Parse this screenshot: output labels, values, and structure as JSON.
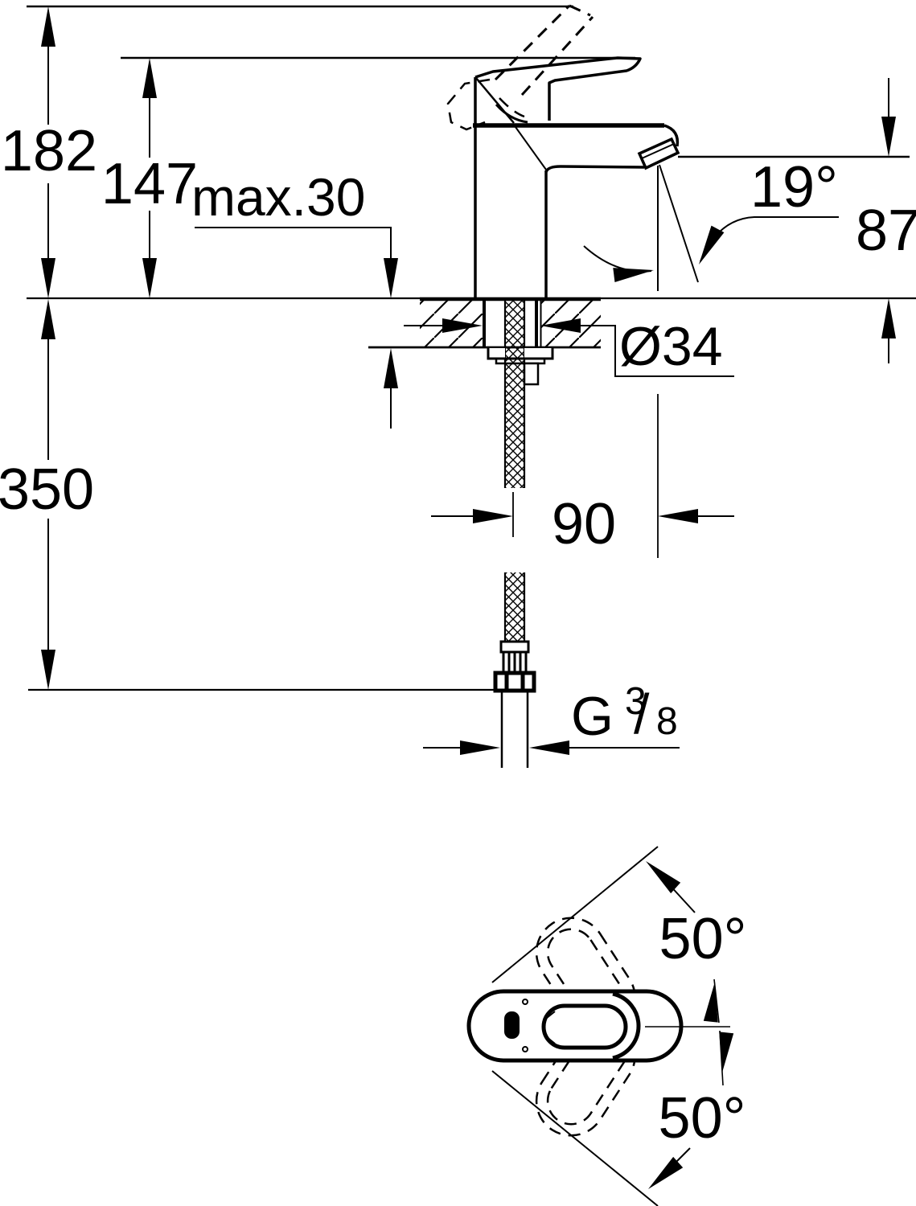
{
  "colors": {
    "ink": "#000000",
    "paper": "#ffffff"
  },
  "drawing": {
    "kind": "single-lever basin mixer installation drawing",
    "front_view": {
      "overall_height": "182",
      "lever_height": "147",
      "deck_thickness": "max.30",
      "spout_angle": "19°",
      "outlet_height": "87",
      "hole_diameter": "Ø34",
      "hose_drop": "350",
      "outlet_reach": "90",
      "thread_g": "G",
      "thread_numerator": "3",
      "thread_slash": "/",
      "thread_denominator": "8"
    },
    "top_view": {
      "lever_swing_up": "50°",
      "lever_swing_down": "50°"
    }
  }
}
